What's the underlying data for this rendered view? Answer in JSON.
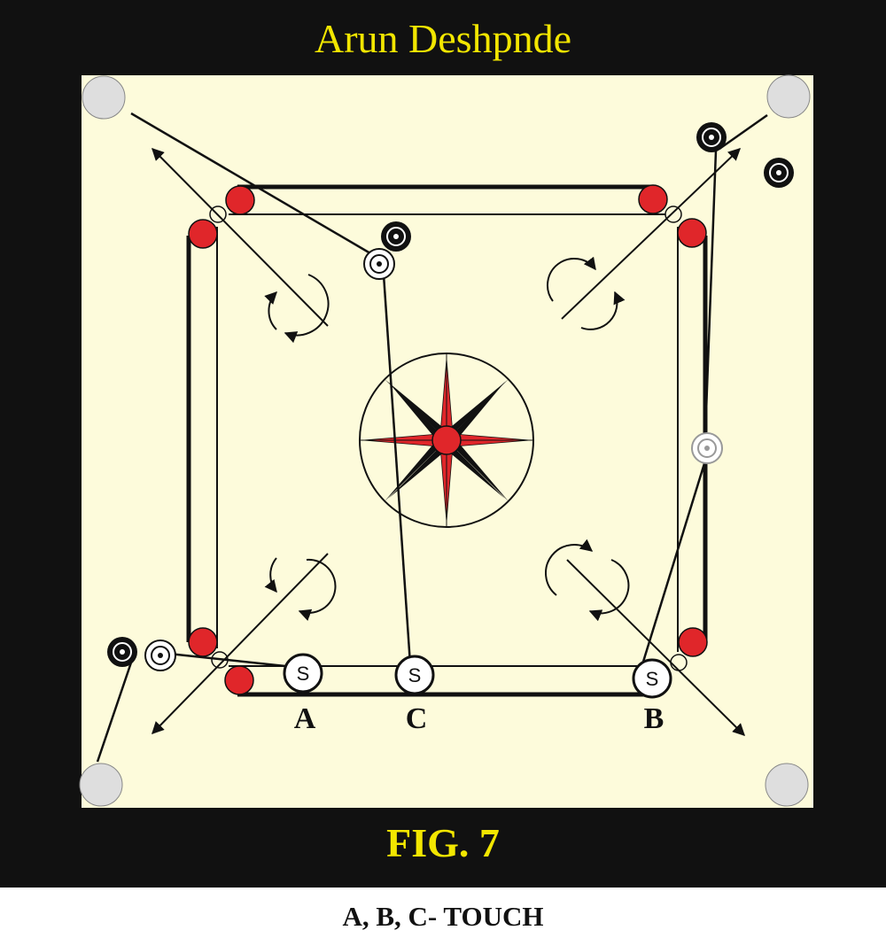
{
  "author": "Arun Deshpnde",
  "figure_label": "FIG. 7",
  "caption": "A, B, C-  TOUCH",
  "striker_glyph": "S",
  "shot_labels": {
    "a": "A",
    "c": "C",
    "b": "B"
  },
  "colors": {
    "frame": "#111111",
    "board": "#fdfbdb",
    "pocket": "#dedede",
    "red_marker": "#e0262a",
    "title_yellow": "#f2e600"
  }
}
